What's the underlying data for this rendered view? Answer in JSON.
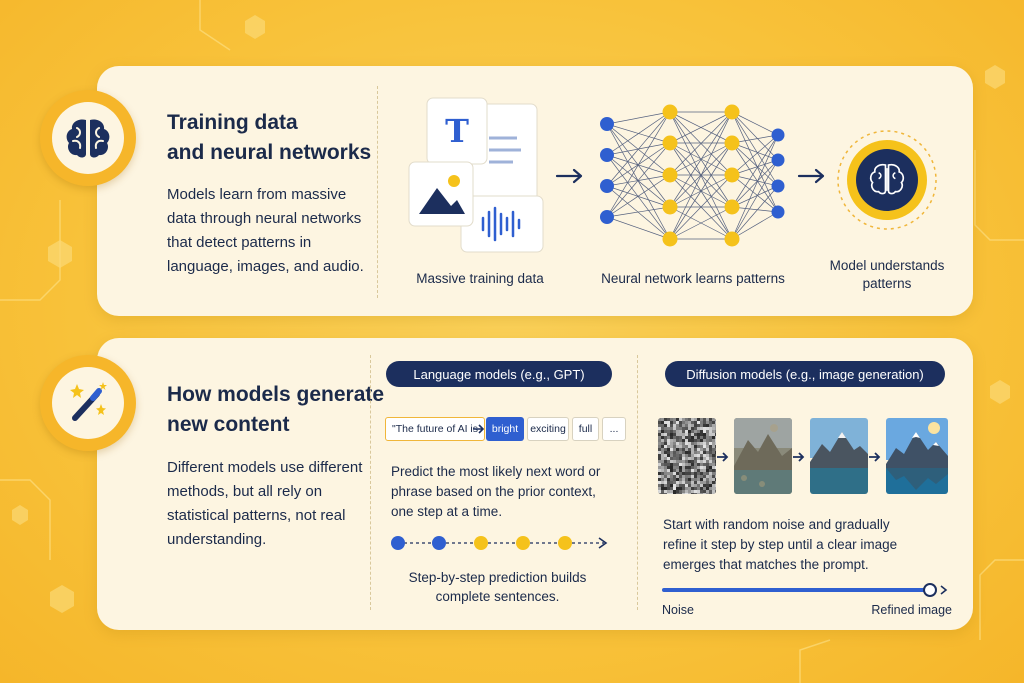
{
  "panel1": {
    "title_line1": "Training data",
    "title_line2": "and neural networks",
    "description": "Models learn from massive data through neural networks that detect patterns in language, images, and audio.",
    "icon": "brain-icon",
    "flow": {
      "step1_label": "Massive training data",
      "step1_doc_glyph": "T",
      "step2_label": "Neural network learns patterns",
      "step3_label": "Model understands patterns"
    }
  },
  "panel2": {
    "title_line1": "How models generate",
    "title_line2": "new content",
    "description": "Different models use different methods, but all rely on statistical patterns, not real understanding.",
    "icon": "magic-wand-icon",
    "language": {
      "pill": "Language models (e.g., GPT)",
      "tokens": [
        "\"The future of AI is",
        "bright",
        "exciting",
        "full",
        "..."
      ],
      "description": "Predict the most likely next word or phrase based on the prior context, one step at a time.",
      "caption": "Step-by-step prediction builds complete sentences."
    },
    "diffusion": {
      "pill": "Diffusion models (e.g., image generation)",
      "description": "Start with random noise and gradually refine it step by step until a clear image emerges that matches the prompt.",
      "slider_left": "Noise",
      "slider_right": "Refined image"
    }
  },
  "colors": {
    "background": "#f8c23a",
    "panel": "#fdf5e1",
    "navy": "#1c2f5e",
    "accent_blue": "#2f5fd0",
    "accent_yellow": "#f5c21b"
  }
}
